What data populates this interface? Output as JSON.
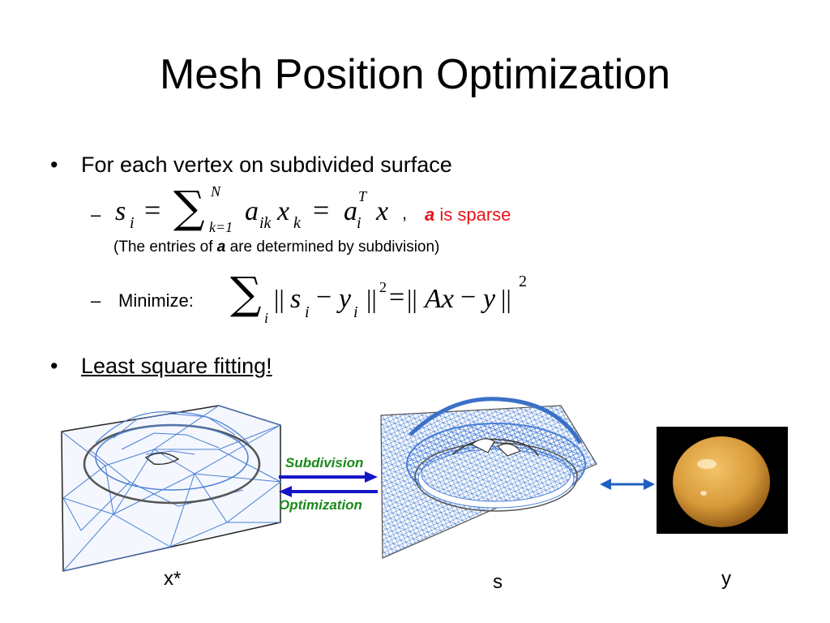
{
  "slide": {
    "title": "Mesh Position Optimization",
    "bullet1": {
      "symbol": "•",
      "text": "For each vertex on subdivided surface"
    },
    "sub1": {
      "dash": "–",
      "equation": {
        "s": "s",
        "i": "i",
        "eq": "=",
        "sum": "∑",
        "N": "N",
        "k1": "k=1",
        "a": "a",
        "ik": "ik",
        "x": "x",
        "k": "k",
        "eq2": "=",
        "a2": "a",
        "i2": "i",
        "T": "T",
        "x2": "x"
      },
      "comma": ",",
      "sparse_a": "a",
      "sparse_text": " is sparse",
      "note_prefix": "(The entries of ",
      "note_a": "a",
      "note_suffix": " are determined by subdivision)"
    },
    "sub2": {
      "dash": "–",
      "label": "Minimize:",
      "equation": {
        "sum": "∑",
        "i": "i",
        "norm_l": "||",
        "s": "s",
        "si": "i",
        "minus": "−",
        "y": "y",
        "yi": "i",
        "norm_r": "||",
        "sq": "2",
        "eq": "=",
        "norm_l2": "||",
        "Ax": "Ax",
        "minus2": "−",
        "y2": "y",
        "norm_r2": "||",
        "sq2": "2"
      }
    },
    "bullet2": {
      "symbol": "•",
      "text": "Least square fitting!"
    },
    "figures": {
      "arrow_top_label": "Subdivision",
      "arrow_bottom_label": "Optimization",
      "label_x": "x*",
      "label_s": "s",
      "label_y": "y",
      "colors": {
        "mesh_line": "#4a7fd6",
        "arrow_blue": "#1515c8",
        "double_arrow": "#1f5fc0",
        "arrow_text_green": "#1a8a1a",
        "egg": "#d89a3a",
        "photo_bg": "#000000"
      }
    }
  }
}
